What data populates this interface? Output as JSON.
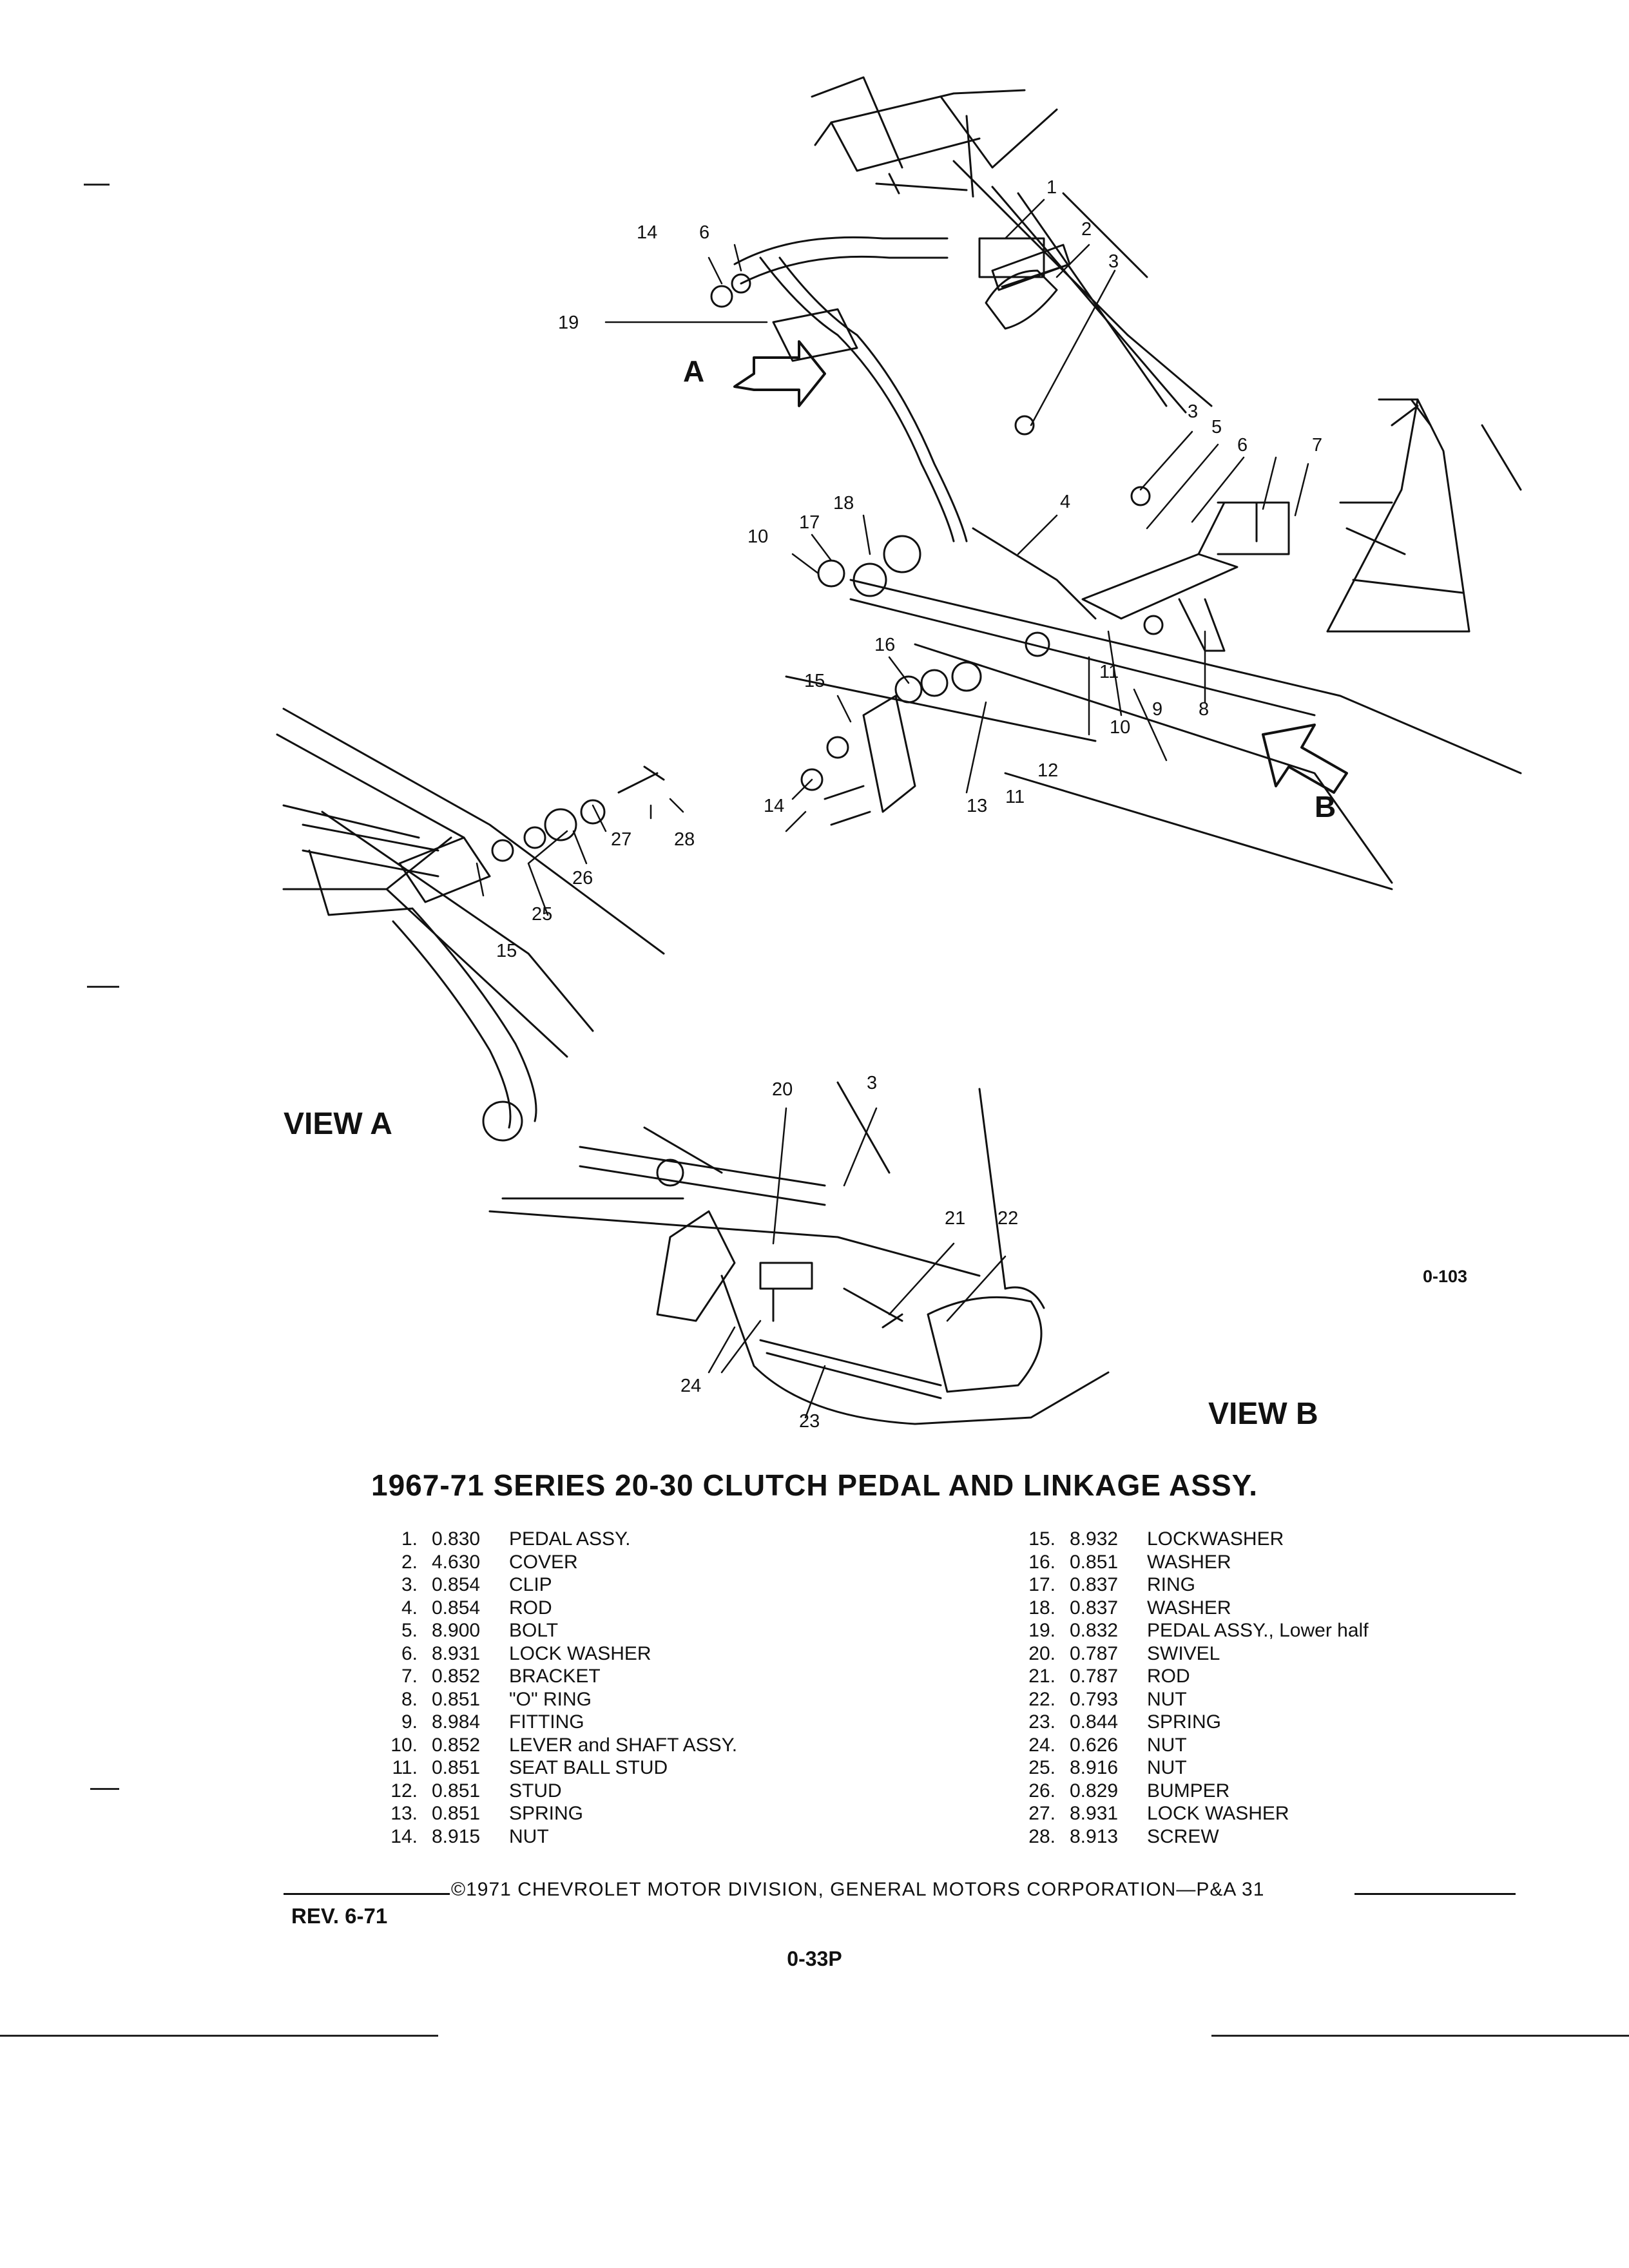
{
  "figure": {
    "callouts": [
      "1",
      "2",
      "3",
      "3",
      "3",
      "4",
      "5",
      "6",
      "6",
      "7",
      "8",
      "9",
      "10",
      "10",
      "11",
      "11",
      "12",
      "13",
      "14",
      "14",
      "15",
      "15",
      "16",
      "17",
      "18",
      "19",
      "20",
      "21",
      "22",
      "23",
      "24",
      "25",
      "26",
      "27",
      "28"
    ],
    "view_a_label": "VIEW A",
    "view_b_label": "VIEW B",
    "arrow_a_letter": "A",
    "arrow_b_letter": "B",
    "figure_number": "0-103"
  },
  "title": "1967-71 SERIES 20-30 CLUTCH PEDAL AND LINKAGE ASSY.",
  "legend_left": [
    {
      "num": "1.",
      "code": "0.830",
      "desc": "PEDAL ASSY."
    },
    {
      "num": "2.",
      "code": "4.630",
      "desc": "COVER"
    },
    {
      "num": "3.",
      "code": "0.854",
      "desc": "CLIP"
    },
    {
      "num": "4.",
      "code": "0.854",
      "desc": "ROD"
    },
    {
      "num": "5.",
      "code": "8.900",
      "desc": "BOLT"
    },
    {
      "num": "6.",
      "code": "8.931",
      "desc": "LOCK WASHER"
    },
    {
      "num": "7.",
      "code": "0.852",
      "desc": "BRACKET"
    },
    {
      "num": "8.",
      "code": "0.851",
      "desc": "\"O\" RING"
    },
    {
      "num": "9.",
      "code": "8.984",
      "desc": "FITTING"
    },
    {
      "num": "10.",
      "code": "0.852",
      "desc": "LEVER and SHAFT ASSY."
    },
    {
      "num": "11.",
      "code": "0.851",
      "desc": "SEAT BALL STUD"
    },
    {
      "num": "12.",
      "code": "0.851",
      "desc": "STUD"
    },
    {
      "num": "13.",
      "code": "0.851",
      "desc": "SPRING"
    },
    {
      "num": "14.",
      "code": "8.915",
      "desc": "NUT"
    }
  ],
  "legend_right": [
    {
      "num": "15.",
      "code": "8.932",
      "desc": "LOCKWASHER"
    },
    {
      "num": "16.",
      "code": "0.851",
      "desc": "WASHER"
    },
    {
      "num": "17.",
      "code": "0.837",
      "desc": "RING"
    },
    {
      "num": "18.",
      "code": "0.837",
      "desc": "WASHER"
    },
    {
      "num": "19.",
      "code": "0.832",
      "desc": "PEDAL ASSY., Lower half"
    },
    {
      "num": "20.",
      "code": "0.787",
      "desc": "SWIVEL"
    },
    {
      "num": "21.",
      "code": "0.787",
      "desc": "ROD"
    },
    {
      "num": "22.",
      "code": "0.793",
      "desc": "NUT"
    },
    {
      "num": "23.",
      "code": "0.844",
      "desc": "SPRING"
    },
    {
      "num": "24.",
      "code": "0.626",
      "desc": "NUT"
    },
    {
      "num": "25.",
      "code": "8.916",
      "desc": "NUT"
    },
    {
      "num": "26.",
      "code": "0.829",
      "desc": "BUMPER"
    },
    {
      "num": "27.",
      "code": "8.931",
      "desc": "LOCK WASHER"
    },
    {
      "num": "28.",
      "code": "8.913",
      "desc": "SCREW"
    }
  ],
  "footer": {
    "copyright": "©1971 CHEVROLET MOTOR DIVISION, GENERAL MOTORS CORPORATION—P&A 31",
    "revision": "REV. 6-71",
    "page_number": "0-33P"
  }
}
